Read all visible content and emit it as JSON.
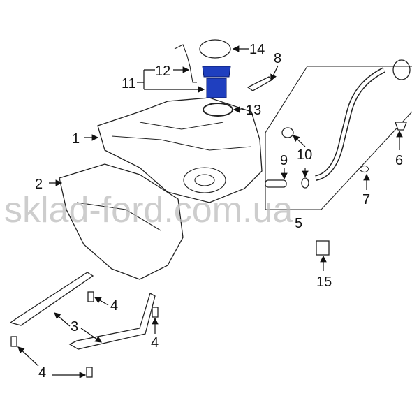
{
  "diagram": {
    "callouts": [
      "1",
      "2",
      "3",
      "4",
      "4",
      "4",
      "4",
      "5",
      "6",
      "7",
      "8",
      "9",
      "10",
      "11",
      "12",
      "13",
      "14",
      "15"
    ],
    "highlight_color": "#1f3fbf"
  },
  "watermark": "sklad-ford.com.ua"
}
